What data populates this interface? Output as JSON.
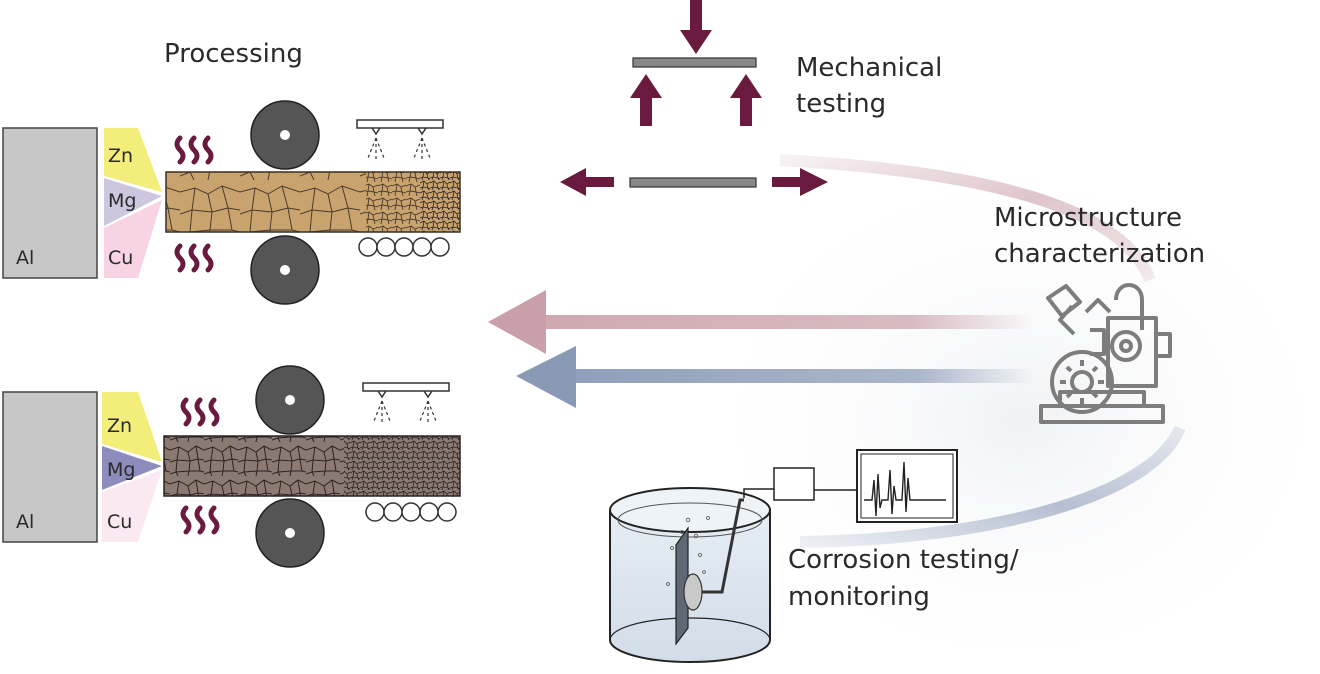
{
  "labels": {
    "processing": "Processing",
    "mechanical_line1": "Mechanical",
    "mechanical_line2": "testing",
    "microstructure_line1": "Microstructure",
    "microstructure_line2": "characterization",
    "corrosion_line1": "Corrosion testing/",
    "corrosion_line2": "monitoring"
  },
  "alloy_top": {
    "base": "Al",
    "elements": [
      "Zn",
      "Mg",
      "Cu"
    ]
  },
  "alloy_bottom": {
    "base": "Al",
    "elements": [
      "Zn",
      "Mg",
      "Cu"
    ]
  },
  "colors": {
    "accent_maroon": "#6b1a3f",
    "zn_yellow": "#f3ee7a",
    "mg_top": "#cdc6df",
    "mg_bottom": "#8e8cbc",
    "cu_pink": "#f7d3e3",
    "cu_pale": "#fbe9f1",
    "sheet_top": "#c9a36e",
    "sheet_bottom": "#8a7a72",
    "arrow_pink": "#c99fa9",
    "arrow_blue": "#8a99b6",
    "block_gray": "#c7c7c7",
    "roller_gray": "#555555"
  },
  "icons": [
    "heat-wave-icon",
    "roller-icon",
    "spray-nozzle-icon",
    "microscope-icon",
    "waveform-monitor-icon"
  ]
}
